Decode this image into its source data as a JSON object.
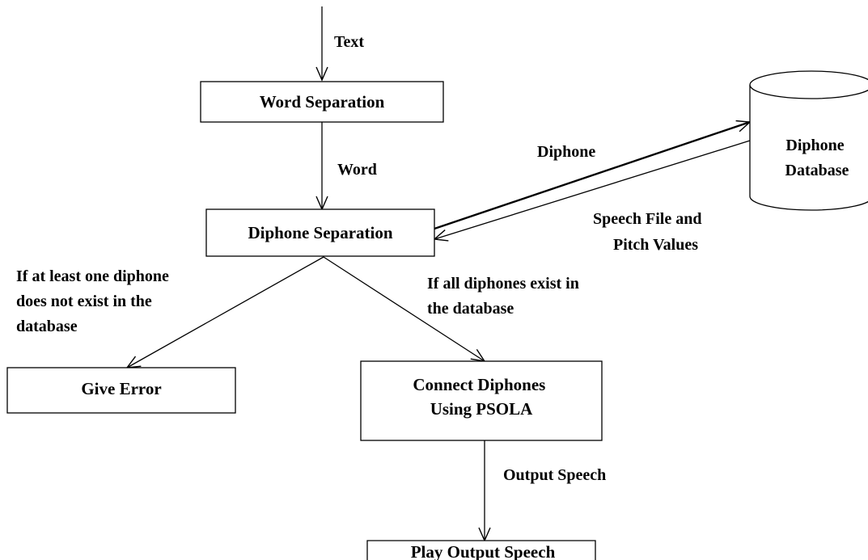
{
  "nodes": {
    "word_separation": "Word Separation",
    "diphone_separation": "Diphone Separation",
    "diphone_database": [
      "Diphone",
      "Database"
    ],
    "give_error": "Give Error",
    "connect_diphones": [
      "Connect Diphones",
      "Using PSOLA"
    ],
    "play_output_speech": "Play Output Speech"
  },
  "edges": {
    "text": "Text",
    "word": "Word",
    "diphone": "Diphone",
    "speech_file": [
      "Speech File and",
      "Pitch Values"
    ],
    "if_missing": [
      "If at least one diphone",
      "does not exist in the",
      "database"
    ],
    "if_all_exist": [
      "If all diphones exist in",
      "the database"
    ],
    "output_speech": "Output Speech"
  }
}
